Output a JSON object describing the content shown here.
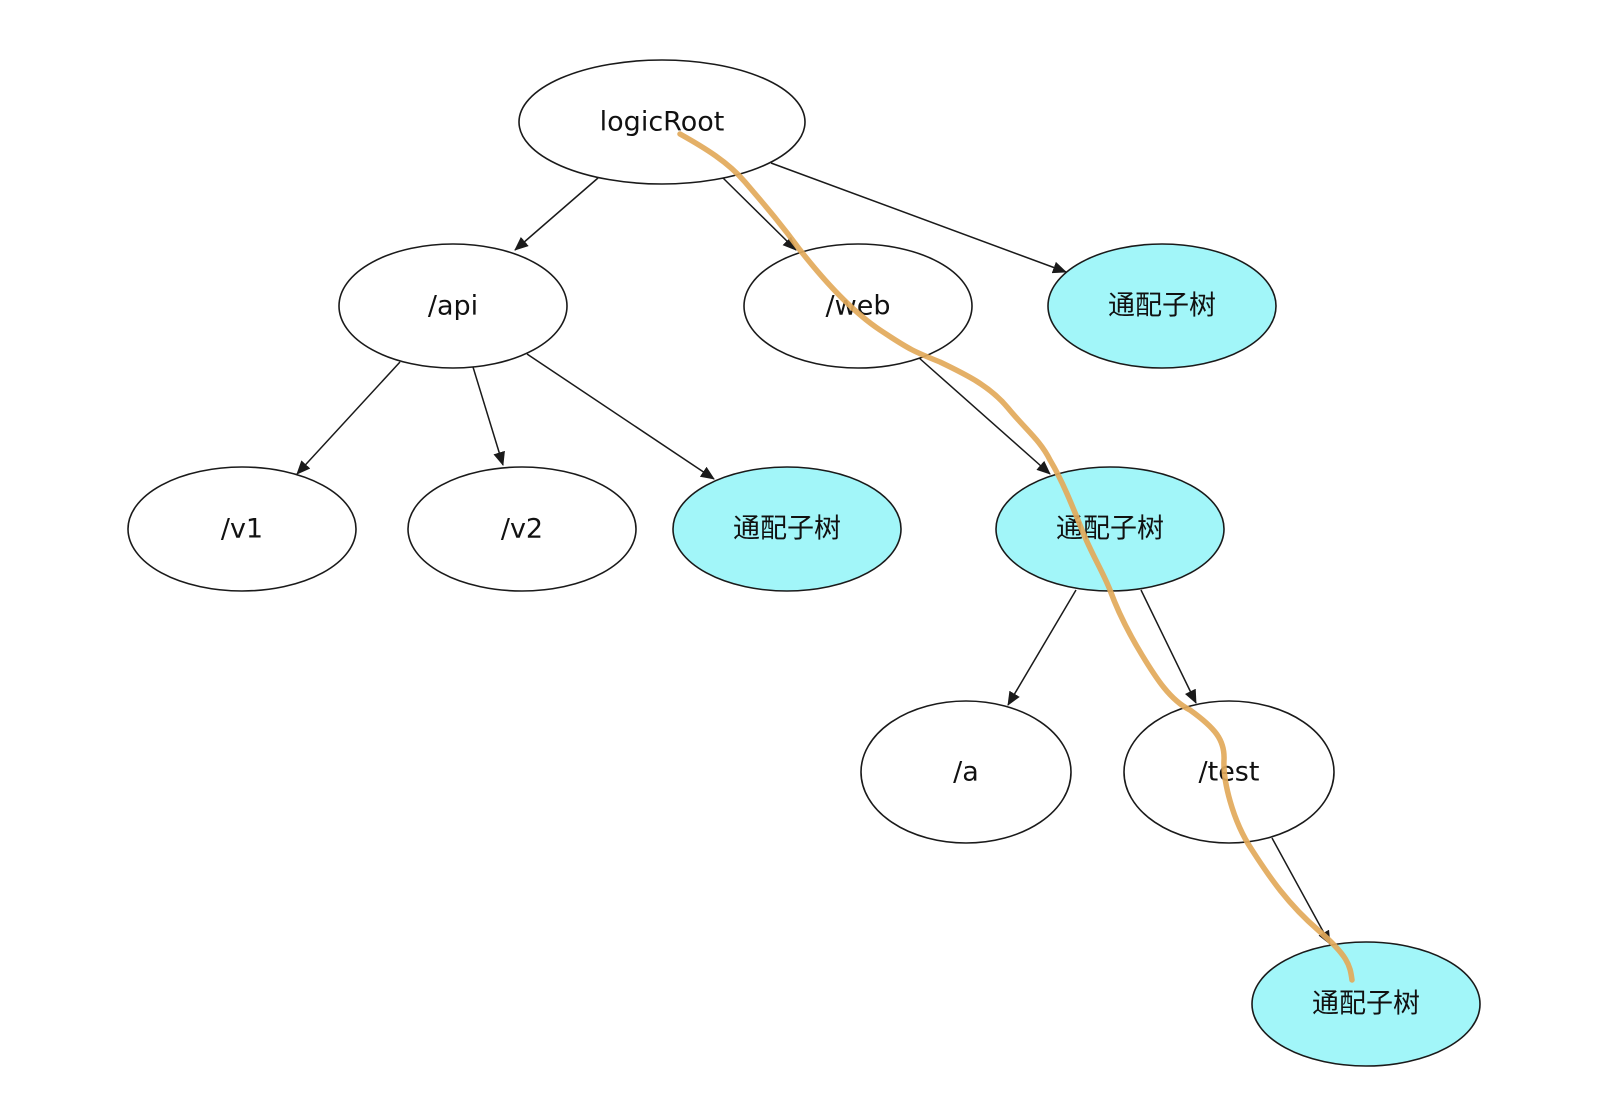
{
  "colors": {
    "plain_fill": "#ffffff",
    "wildcard_fill": "#a2f6f9",
    "stroke": "#1a1a1a",
    "highlight": "#e2a95a"
  },
  "nodes": [
    {
      "id": "root",
      "label": "logicRoot",
      "kind": "plain"
    },
    {
      "id": "api",
      "label": "/api",
      "kind": "plain"
    },
    {
      "id": "web",
      "label": "/web",
      "kind": "plain"
    },
    {
      "id": "wild1",
      "label": "通配子树",
      "kind": "wildcard"
    },
    {
      "id": "v1",
      "label": "/v1",
      "kind": "plain"
    },
    {
      "id": "v2",
      "label": "/v2",
      "kind": "plain"
    },
    {
      "id": "wild2",
      "label": "通配子树",
      "kind": "wildcard"
    },
    {
      "id": "wild3",
      "label": "通配子树",
      "kind": "wildcard"
    },
    {
      "id": "a",
      "label": "/a",
      "kind": "plain"
    },
    {
      "id": "test",
      "label": "/test",
      "kind": "plain"
    },
    {
      "id": "wild4",
      "label": "通配子树",
      "kind": "wildcard"
    }
  ],
  "edges": [
    {
      "from": "root",
      "to": "api"
    },
    {
      "from": "root",
      "to": "web"
    },
    {
      "from": "root",
      "to": "wild1"
    },
    {
      "from": "api",
      "to": "v1"
    },
    {
      "from": "api",
      "to": "v2"
    },
    {
      "from": "api",
      "to": "wild2"
    },
    {
      "from": "web",
      "to": "wild3"
    },
    {
      "from": "wild3",
      "to": "a"
    },
    {
      "from": "wild3",
      "to": "test"
    },
    {
      "from": "test",
      "to": "wild4"
    }
  ],
  "highlight": {
    "path": [
      "root",
      "web",
      "wild3",
      "test",
      "wild4"
    ]
  }
}
